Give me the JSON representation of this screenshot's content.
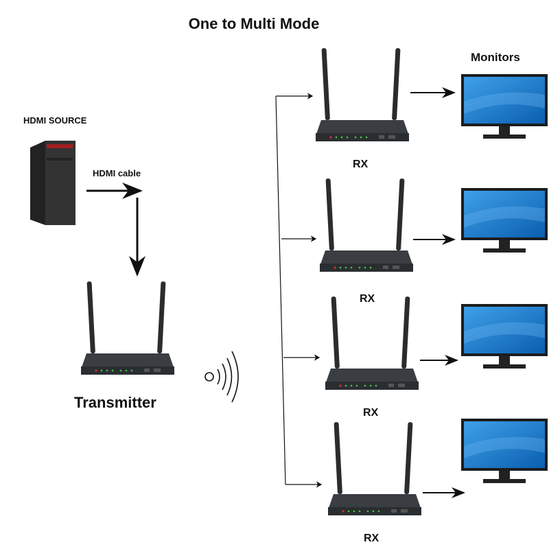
{
  "title": "One to Multi Mode",
  "source": {
    "label": "HDMI SOURCE",
    "device": "pc-tower-icon"
  },
  "cable": {
    "label": "HDMI cable"
  },
  "transmitter": {
    "label": "Transmitter",
    "device": "wireless-router-icon"
  },
  "signal": {
    "icon": "wireless-signal-icon"
  },
  "monitors_label": "Monitors",
  "receivers": [
    {
      "label": "RX"
    },
    {
      "label": "RX"
    },
    {
      "label": "RX"
    },
    {
      "label": "RX"
    }
  ],
  "colors": {
    "device": "#2e3236",
    "screen": "#1a73c9",
    "arrow": "#111111"
  }
}
